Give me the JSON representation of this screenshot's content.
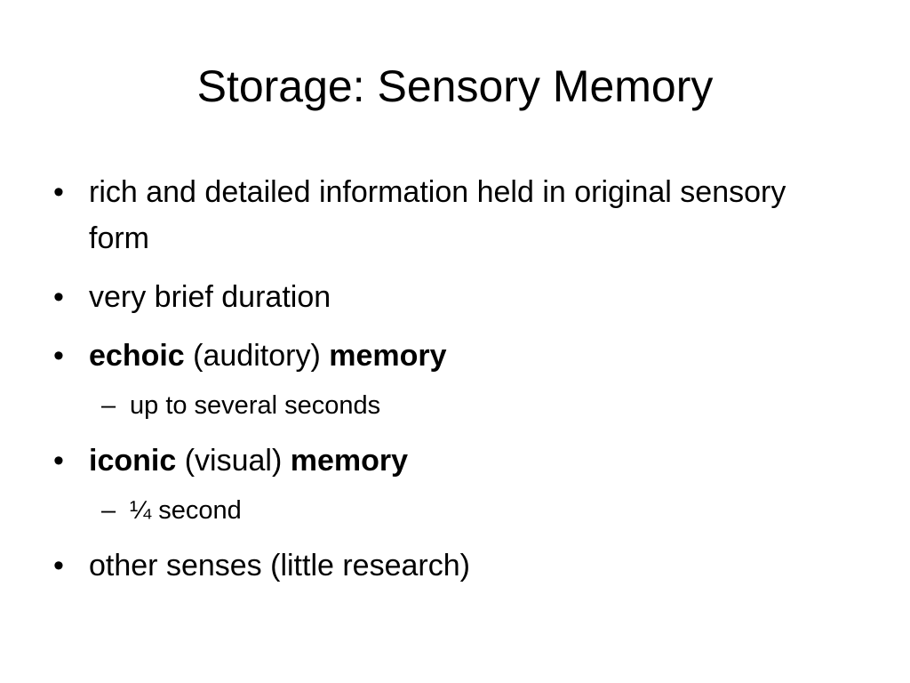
{
  "slide": {
    "title": "Storage: Sensory Memory",
    "bullet_glyph": "•",
    "dash_glyph": "–",
    "items": [
      {
        "text": "rich and detailed information held in original sensory form"
      },
      {
        "text": "very brief duration"
      },
      {
        "bold1": "echoic",
        "plain": " (auditory) ",
        "bold2": "memory",
        "sub": "up to several seconds"
      },
      {
        "bold1": "iconic",
        "plain": " (visual) ",
        "bold2": "memory",
        "sub": "¼ second"
      },
      {
        "text": "other senses (little research)"
      }
    ]
  }
}
